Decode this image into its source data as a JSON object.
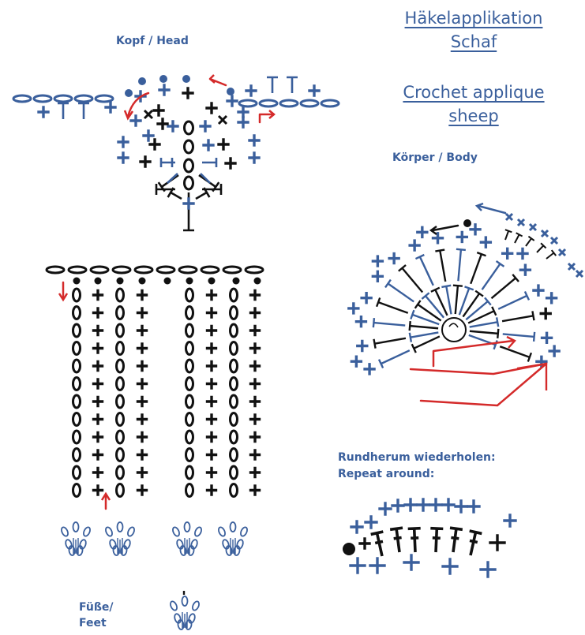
{
  "title": {
    "de_line1": "Häkelapplikation",
    "de_line2": "Schaf",
    "en_line1": "Crochet applique",
    "en_line2": "sheep"
  },
  "labels": {
    "head": "Kopf / Head",
    "body": "Körper / Body",
    "repeat_de": "Rundherum wiederholen:",
    "repeat_en": "Repeat around:",
    "feet_line1": "Füße/",
    "feet_line2": "Feet"
  },
  "colors": {
    "blue": "#3a5f9c",
    "black": "#111111",
    "red": "#d42a2a"
  },
  "symbols": {
    "chain": "ch-oval",
    "single_crochet": "plus",
    "double_crochet": "T-post",
    "slip_stitch": "filled-dot",
    "magic_ring": "circle"
  }
}
